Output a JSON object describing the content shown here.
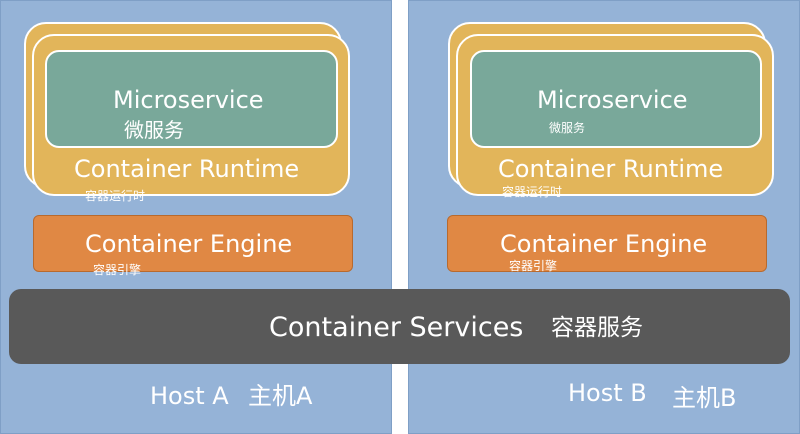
{
  "host_a": {
    "microservice": "Microservice",
    "microservice_cn": "微服务",
    "runtime": "Container Runtime",
    "runtime_cn": "容器运行时",
    "engine": "Container Engine",
    "engine_cn": "容器引擎",
    "label": "Host A",
    "label_cn": "主机A"
  },
  "host_b": {
    "microservice": "Microservice",
    "microservice_cn": "微服务",
    "runtime": "Container Runtime",
    "runtime_cn": "容器运行时",
    "engine": "Container Engine",
    "engine_cn": "容器引擎",
    "label": "Host B",
    "label_cn": "主机B"
  },
  "services": {
    "label": "Container Services",
    "label_cn": "容器服务"
  },
  "colors": {
    "host": "#95b3d7",
    "runtime": "#e2b55a",
    "microservice": "#79a89a",
    "engine": "#e08844",
    "services": "#595959"
  }
}
